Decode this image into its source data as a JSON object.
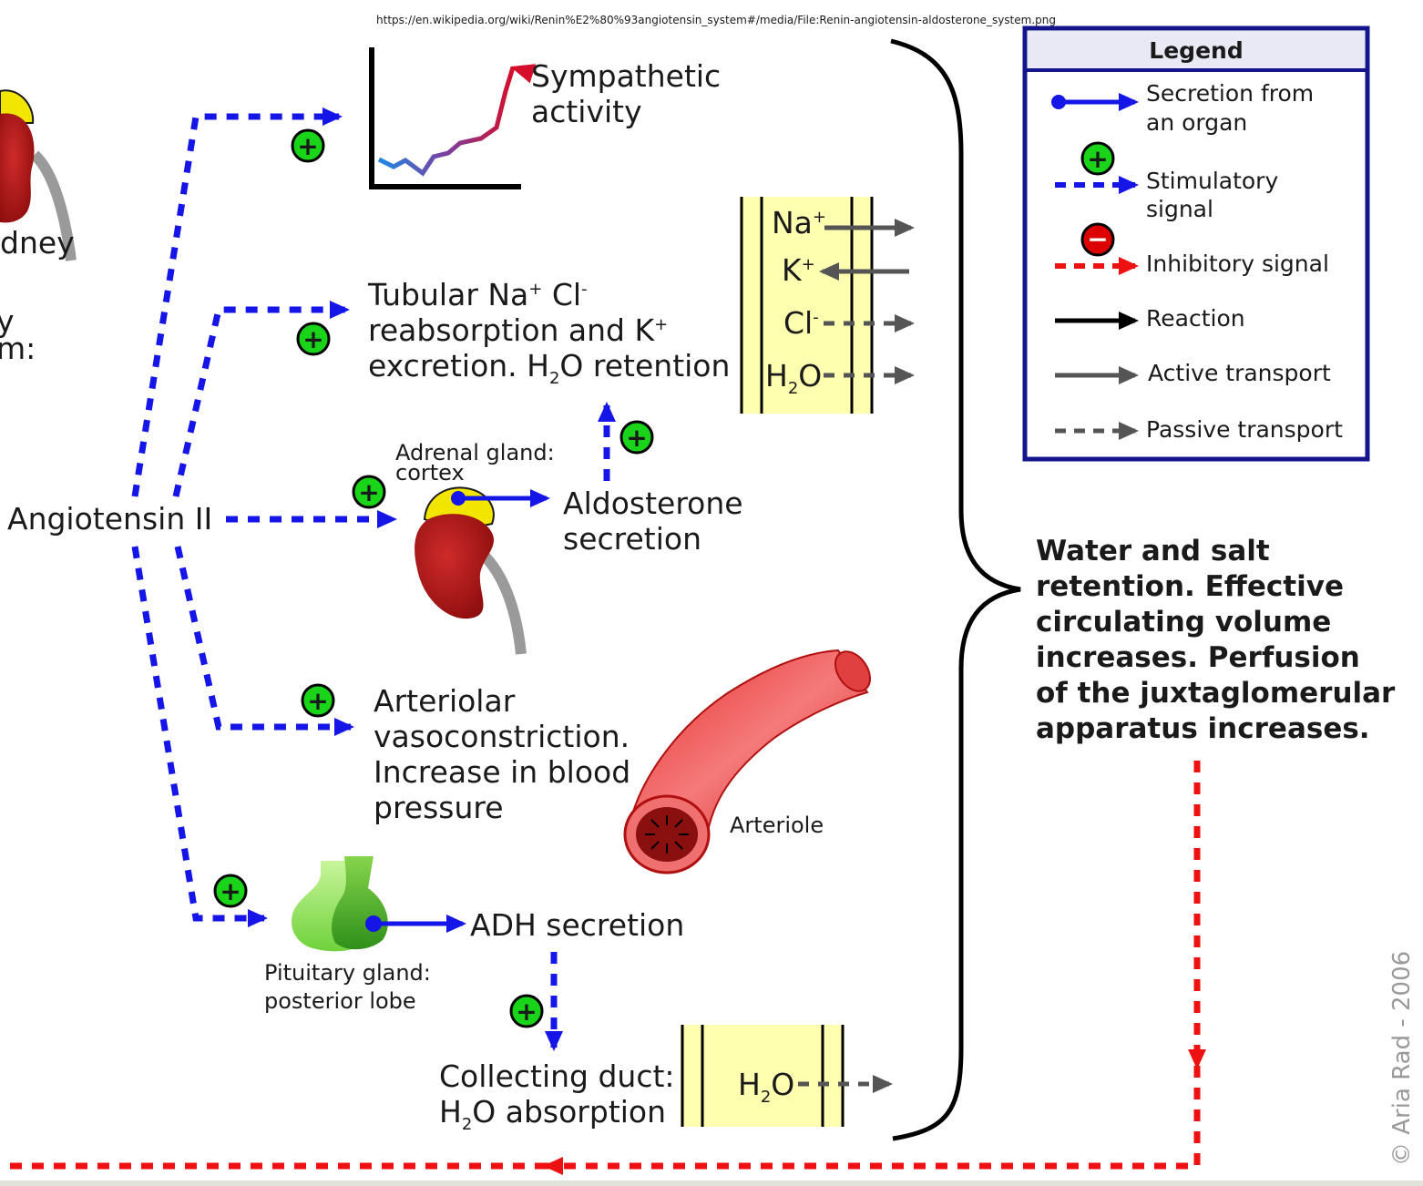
{
  "source_url": "https://en.wikipedia.org/wiki/Renin%E2%80%93angiotensin_system#/media/File:Renin-angiotensin-aldosterone_system.png",
  "colors": {
    "stimulatory": "#1515e8",
    "inhibitory": "#ee1111",
    "reaction": "#000000",
    "transport": "#555555",
    "plus_badge": "#19d419",
    "minus_badge": "#dd0000",
    "membrane": "#ffffb0",
    "kidney": "#b01515",
    "adrenal": "#f2e600"
  },
  "left_partial": {
    "kidney_label": "dney",
    "line1": "y",
    "line2": "m:"
  },
  "nodes": {
    "angiotensin": "Angiotensin II",
    "sympathetic": [
      "Sympathetic",
      "activity"
    ],
    "tubular": {
      "line1_parts": [
        "Tubular Na",
        "+",
        " Cl",
        "-"
      ],
      "line2_parts": [
        "reabsorption and K",
        "+"
      ],
      "line3_parts": [
        "excretion. H",
        "2",
        "O retention"
      ]
    },
    "adrenal": [
      "Adrenal gland:",
      "cortex"
    ],
    "aldosterone": [
      "Aldosterone",
      "secretion"
    ],
    "arteriolar": [
      "Arteriolar",
      "vasoconstriction.",
      "Increase in blood",
      "pressure"
    ],
    "arteriole": "Arteriole",
    "pituitary": [
      "Pituitary gland:",
      "posterior lobe"
    ],
    "adh": "ADH secretion",
    "collecting": {
      "line1": "Collecting duct:",
      "line2_parts": [
        "H",
        "2",
        "O absorption"
      ]
    },
    "outcome": [
      "Water and salt",
      "retention. Effective",
      "circulating volume",
      "increases. Perfusion",
      "of the juxtaglomerular",
      "apparatus increases."
    ],
    "copyright": "© Aria Rad - 2006"
  },
  "membrane_top": {
    "na": [
      "Na",
      "+"
    ],
    "k": [
      "K",
      "+"
    ],
    "cl": [
      "Cl",
      "-"
    ],
    "h2o": [
      "H",
      "2",
      "O"
    ]
  },
  "membrane_bottom": {
    "h2o": [
      "H",
      "2",
      "O"
    ]
  },
  "legend": {
    "title": "Legend",
    "items": [
      {
        "type": "secretion",
        "label": [
          "Secretion from",
          "an organ"
        ]
      },
      {
        "type": "stimulatory",
        "label": [
          "Stimulatory",
          "signal"
        ]
      },
      {
        "type": "inhibitory",
        "label": [
          "Inhibitory signal"
        ]
      },
      {
        "type": "reaction",
        "label": [
          "Reaction"
        ]
      },
      {
        "type": "active",
        "label": [
          "Active transport"
        ]
      },
      {
        "type": "passive",
        "label": [
          "Passive transport"
        ]
      }
    ]
  },
  "badges": {
    "plus": "+",
    "minus": "−"
  }
}
